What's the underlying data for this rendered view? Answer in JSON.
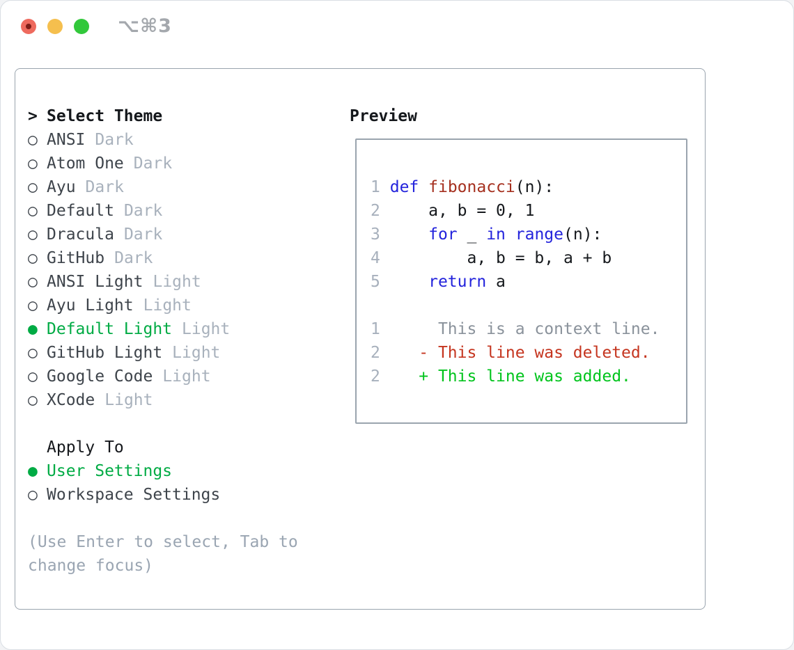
{
  "window": {
    "title_shortcut": "⌥⌘3"
  },
  "theme_panel": {
    "header": {
      "cursor": ">",
      "label": "Select Theme"
    },
    "radio_unselected_icon": "○",
    "radio_selected_icon": "●",
    "items": [
      {
        "name": "ANSI",
        "tag": "Dark",
        "selected": false
      },
      {
        "name": "Atom One",
        "tag": "Dark",
        "selected": false
      },
      {
        "name": "Ayu",
        "tag": "Dark",
        "selected": false
      },
      {
        "name": "Default",
        "tag": "Dark",
        "selected": false
      },
      {
        "name": "Dracula",
        "tag": "Dark",
        "selected": false
      },
      {
        "name": "GitHub",
        "tag": "Dark",
        "selected": false
      },
      {
        "name": "ANSI Light",
        "tag": "Light",
        "selected": false
      },
      {
        "name": "Ayu Light",
        "tag": "Light",
        "selected": false
      },
      {
        "name": "Default Light",
        "tag": "Light",
        "selected": true
      },
      {
        "name": "GitHub Light",
        "tag": "Light",
        "selected": false
      },
      {
        "name": "Google Code",
        "tag": "Light",
        "selected": false
      },
      {
        "name": "XCode",
        "tag": "Light",
        "selected": false
      }
    ],
    "apply_to": {
      "label": "Apply To",
      "options": [
        {
          "name": "User Settings",
          "selected": true
        },
        {
          "name": "Workspace Settings",
          "selected": false
        }
      ]
    },
    "hint_lines": [
      "(Use Enter to select, Tab to",
      "change focus)"
    ]
  },
  "preview": {
    "label": "Preview",
    "code_lines": [
      [
        [
          "num",
          "1"
        ],
        [
          "plain",
          " "
        ],
        [
          "kw",
          "def"
        ],
        [
          "plain",
          " "
        ],
        [
          "fn",
          "fibonacci"
        ],
        [
          "plain",
          "(n):"
        ]
      ],
      [
        [
          "num",
          "2"
        ],
        [
          "plain",
          "     a, b = 0, 1"
        ]
      ],
      [
        [
          "num",
          "3"
        ],
        [
          "plain",
          "     "
        ],
        [
          "kw",
          "for"
        ],
        [
          "plain",
          " _ "
        ],
        [
          "kw",
          "in"
        ],
        [
          "plain",
          " "
        ],
        [
          "kw",
          "range"
        ],
        [
          "plain",
          "(n):"
        ]
      ],
      [
        [
          "num",
          "4"
        ],
        [
          "plain",
          "         a, b = b, a + b"
        ]
      ],
      [
        [
          "num",
          "5"
        ],
        [
          "plain",
          "     "
        ],
        [
          "kw",
          "return"
        ],
        [
          "plain",
          " a"
        ]
      ],
      [],
      [
        [
          "num",
          "1"
        ],
        [
          "ctx",
          "      This is a context line."
        ]
      ],
      [
        [
          "num",
          "2"
        ],
        [
          "plain",
          "    "
        ],
        [
          "del",
          "- This line was deleted."
        ]
      ],
      [
        [
          "num",
          "2"
        ],
        [
          "plain",
          "    "
        ],
        [
          "add",
          "+ This line was added."
        ]
      ]
    ]
  },
  "colors": {
    "selected_green": "#00ab44",
    "keyword_blue": "#2323dc",
    "function_red": "#a5301f",
    "diff_deleted_red": "#c5351f",
    "diff_added_green": "#00c41c",
    "context_gray": "#8a929b",
    "line_number_gray": "#a7b0bc",
    "tag_gray": "#a8b1bc",
    "hint_gray": "#9aa5b2",
    "border_gray": "#9aa4ae",
    "traffic_red": "#ee6a5e",
    "traffic_red_dot": "#7e1e18",
    "traffic_yellow": "#f5bf4e",
    "traffic_green": "#32c83b"
  }
}
